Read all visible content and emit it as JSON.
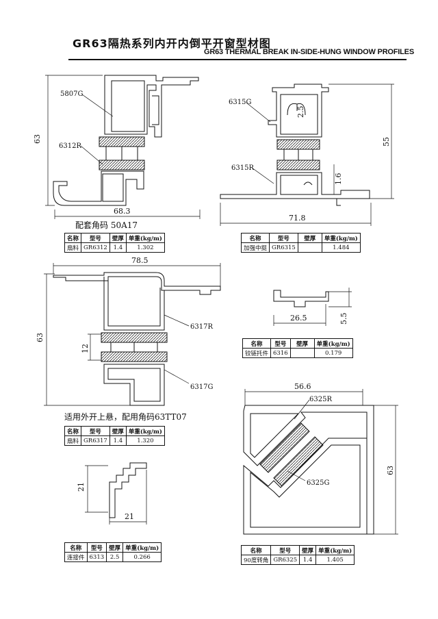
{
  "header": {
    "title_cn": "GR63隔热系列内开内倒平开窗型材图",
    "title_en": "GR63 THERMAL BREAK IN-SIDE-HUNG WINDOW PROFILES"
  },
  "labels": {
    "p5807g": "5807G",
    "p6312r": "6312R",
    "p6315g": "6315G",
    "p6315r": "6315R",
    "p6317r": "6317R",
    "p6317g": "6317G",
    "p6325r": "6325R",
    "p6325g": "6325G"
  },
  "dims": {
    "d63a": "63",
    "d683": "68.3",
    "d25": "2.5",
    "d55": "55",
    "d16": "1.6",
    "d718": "71.8",
    "d785": "78.5",
    "d63b": "63",
    "d12": "12",
    "d265": "26.5",
    "d55b": "5.5",
    "d566": "56.6",
    "d63c": "63",
    "d21a": "21",
    "d21b": "21"
  },
  "notes": {
    "n1": "配套角码 50A17",
    "n2": "适用外开上悬，配用角码63TT07"
  },
  "table_headers": {
    "name": "名称",
    "model": "型号",
    "wall": "壁厚",
    "weight": "单重",
    "unit": "(kg/m)"
  },
  "tables": [
    {
      "name": "扇料",
      "model": "GR6312",
      "wall": "1.4",
      "weight": "1.302"
    },
    {
      "name": "加强中挺",
      "model": "GR6315",
      "wall": "",
      "weight": "1.484"
    },
    {
      "name": "铰链托件",
      "model": "6316",
      "wall": "",
      "weight": "0.179"
    },
    {
      "name": "扇料",
      "model": "GR6317",
      "wall": "1.4",
      "weight": "1.320"
    },
    {
      "name": "连接件",
      "model": "6313",
      "wall": "2.5",
      "weight": "0.266"
    },
    {
      "name": "90度转角",
      "model": "GR6325",
      "wall": "1.4",
      "weight": "1.405"
    }
  ]
}
